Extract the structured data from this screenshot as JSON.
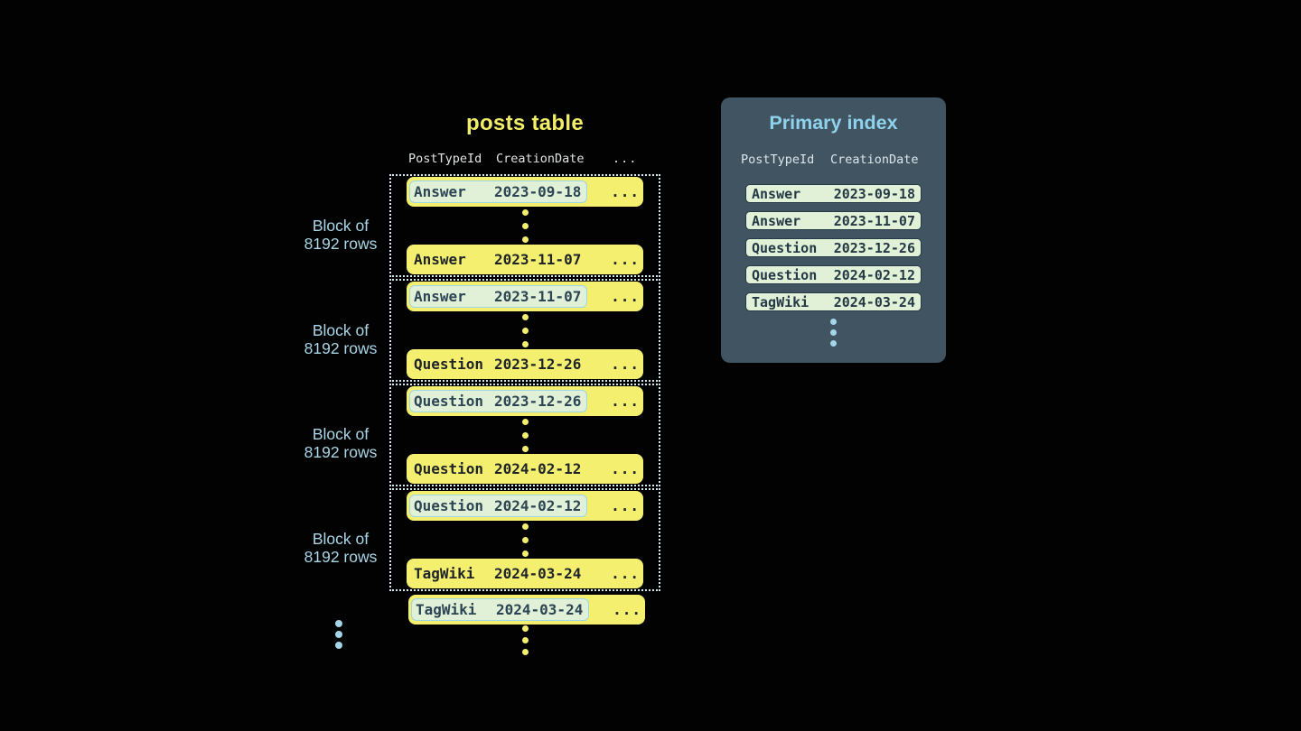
{
  "colors": {
    "background": "#000000",
    "row_yellow": "#f4ef6e",
    "highlight_fill": "#e0f1d7",
    "highlight_border": "#9cd6e9",
    "block_dotted_border": "#d6ecf4",
    "block_label_blue": "#a9d6e8",
    "panel_background": "#405462",
    "panel_title_blue": "#8ed2ec",
    "index_row_fill": "#e0f1d7",
    "index_row_border": "#243845",
    "header_text": "#dfe5e3",
    "row_text_dark": "#1d2329",
    "highlight_text": "#2d4455"
  },
  "posts_table": {
    "title": "posts table",
    "headers": {
      "col1": "PostTypeId",
      "col2": "CreationDate",
      "col3": "..."
    },
    "block_label": {
      "line1": "Block of",
      "line2": "8192 rows"
    },
    "ellipsis": "...",
    "blocks": [
      {
        "first_type": "Answer",
        "first_date": "2023-09-18",
        "last_type": "Answer",
        "last_date": "2023-11-07"
      },
      {
        "first_type": "Answer",
        "first_date": "2023-11-07",
        "last_type": "Question",
        "last_date": "2023-12-26"
      },
      {
        "first_type": "Question",
        "first_date": "2023-12-26",
        "last_type": "Question",
        "last_date": "2024-02-12"
      },
      {
        "first_type": "Question",
        "first_date": "2024-02-12",
        "last_type": "TagWiki",
        "last_date": "2024-03-24"
      }
    ],
    "overflow_row": {
      "type": "TagWiki",
      "date": "2024-03-24"
    }
  },
  "primary_index": {
    "title": "Primary index",
    "headers": {
      "col1": "PostTypeId",
      "col2": "CreationDate"
    },
    "rows": [
      {
        "type": "Answer",
        "date": "2023-09-18"
      },
      {
        "type": "Answer",
        "date": "2023-11-07"
      },
      {
        "type": "Question",
        "date": "2023-12-26"
      },
      {
        "type": "Question",
        "date": "2024-02-12"
      },
      {
        "type": "TagWiki",
        "date": "2024-03-24"
      }
    ]
  }
}
